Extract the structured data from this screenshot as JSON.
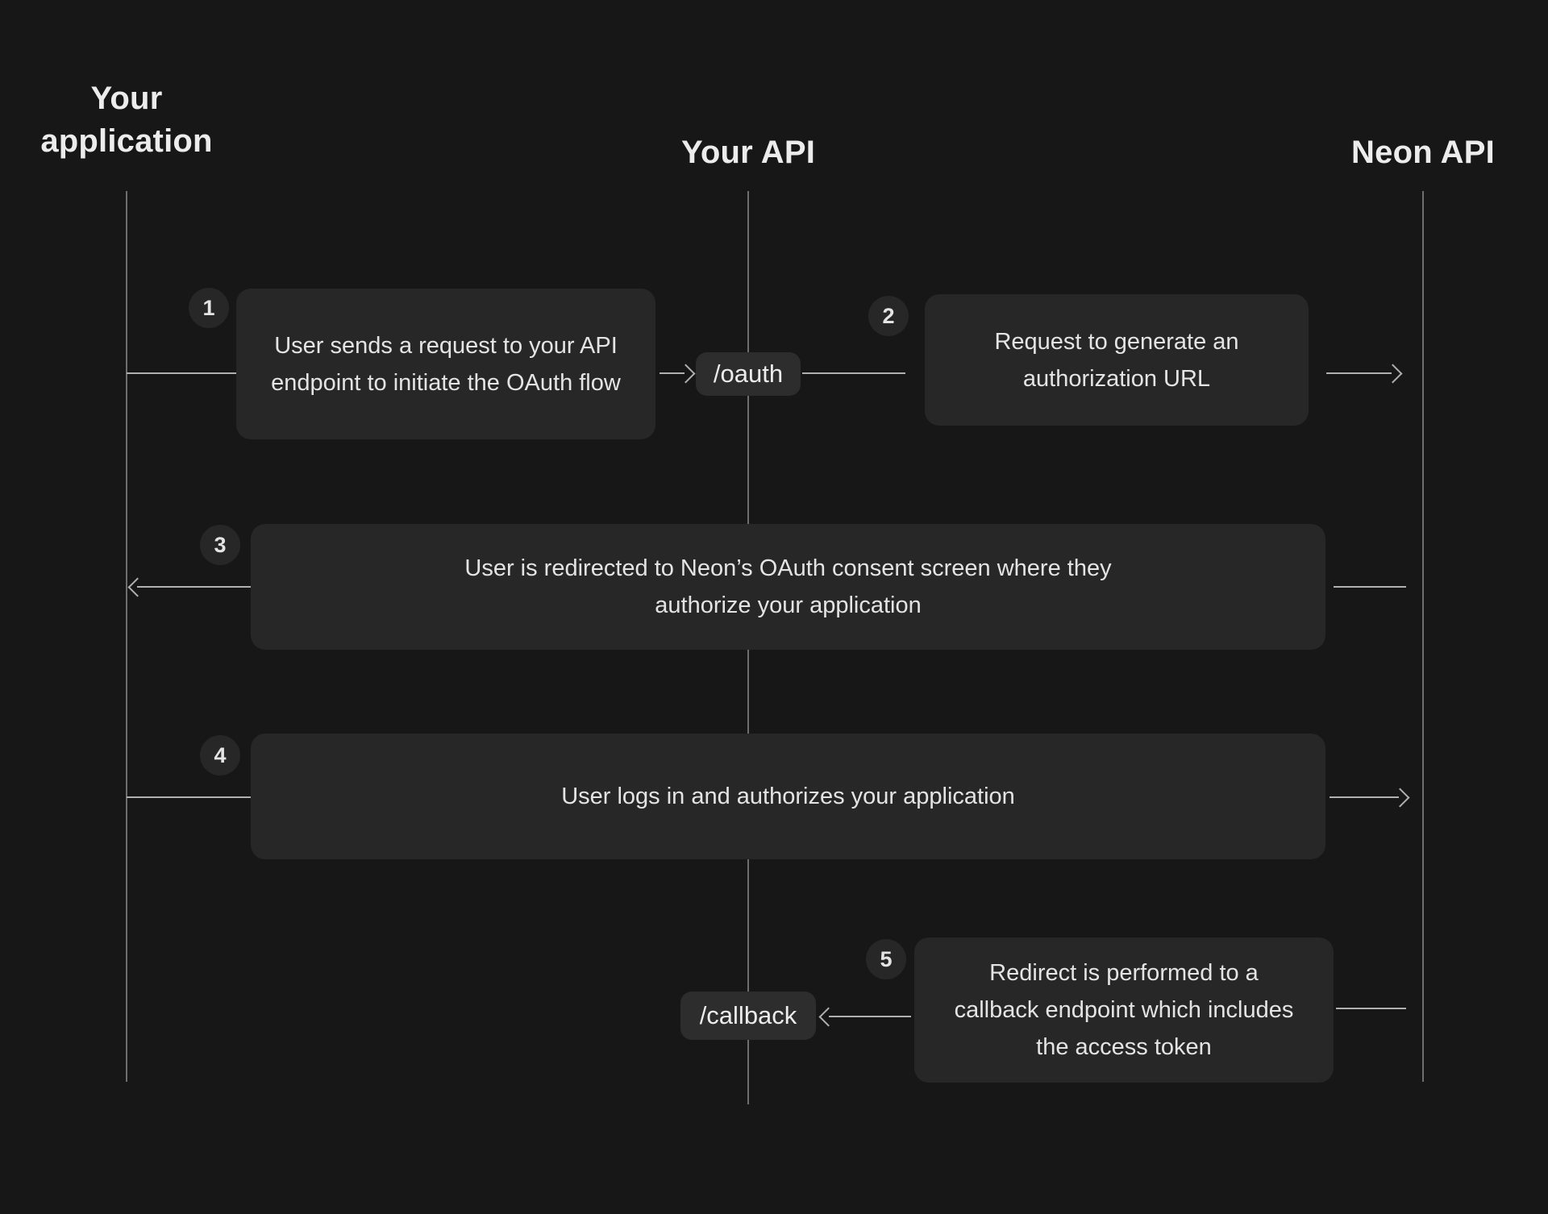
{
  "colors": {
    "bg": "#171717",
    "box": "#272727",
    "chip": "#2d2d2d",
    "badge": "#272727",
    "text": "#e4e4e4",
    "title": "#ececec",
    "lifeline": "#6e6e6e",
    "connector": "#b0b0b0"
  },
  "actors": [
    {
      "id": "your-application",
      "label": "Your application"
    },
    {
      "id": "your-api",
      "label": "Your API"
    },
    {
      "id": "neon-api",
      "label": "Neon API"
    }
  ],
  "endpoints": [
    {
      "id": "oauth",
      "label": "/oauth"
    },
    {
      "id": "callback",
      "label": "/callback"
    }
  ],
  "steps": [
    {
      "number": "1",
      "text": "User sends a request to your API endpoint to initiate the OAuth flow"
    },
    {
      "number": "2",
      "text": "Request to generate an authorization URL"
    },
    {
      "number": "3",
      "text": "User is redirected to Neon’s OAuth consent screen where they authorize your application"
    },
    {
      "number": "4",
      "text": "User logs in and authorizes your application"
    },
    {
      "number": "5",
      "text": "Redirect is performed to a callback endpoint which includes the access token"
    }
  ]
}
